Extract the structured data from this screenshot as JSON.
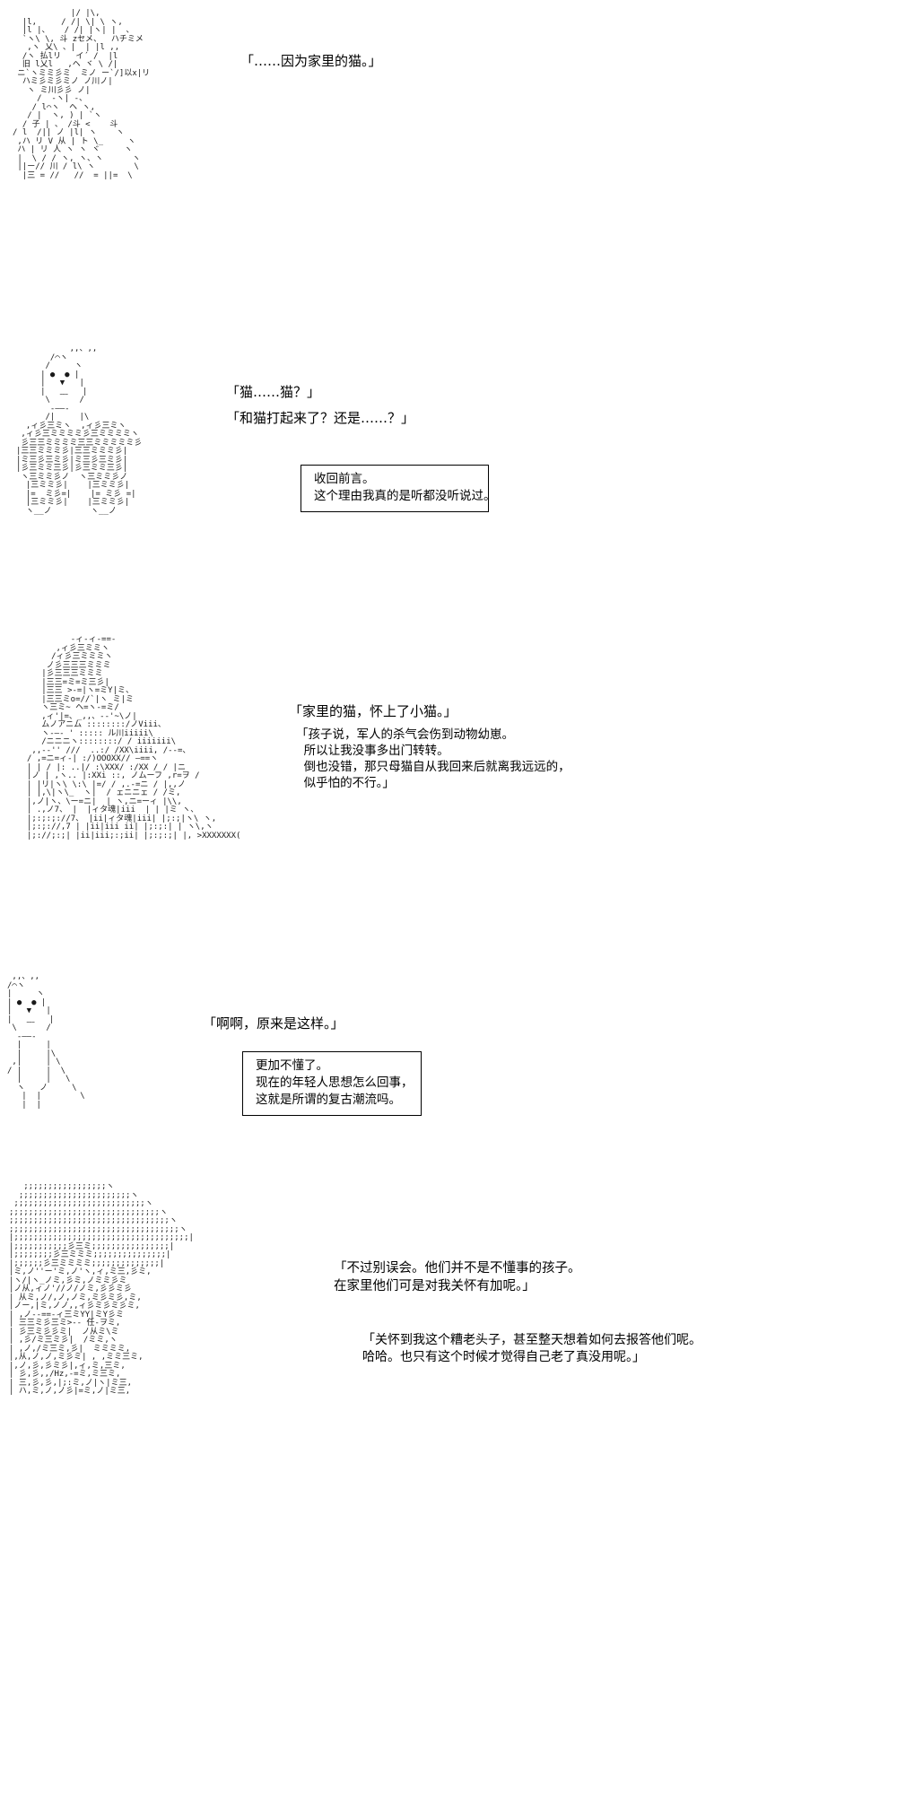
{
  "meta": {
    "page_kind": "ascii-art-visual-novel-page",
    "background_color": "#ffffff",
    "text_color": "#000000",
    "border_color": "#000000"
  },
  "panels": [
    {
      "id": "panel-1",
      "art_name": "officer-smoking-ascii-art",
      "art": "            |/ |\\,\n  |l,     / /| \\| \\ ヽ,\n  |l |、   / /| |ヽ| |  、\n  `ヽ\\ \\, 斗 zセメ、  ハチミメ\n   ,ヽ 乂\\ 、|  | |l ,,\n  /ヽ 払lリ   イ´ /  |l\n  旧 l乂l   ,ヘ ヾ \\ /|\n ニ`ヽミミ彡ミ  ミノ ー`/]以x|リ\n  ハミ彡ミ彡ミノ ノ川ノ|\n   ヽ ミ川彡彡 ノ|\n     /  -ヽ| -、\n    / l⌒ヽ  ヘ ヽ,\n   / |  ヽ, ) | `ヽ\n  / 子 | 、 /斗 <    斗\n/ l  /|| ノ |l| ヽ    ヽ\n ,ハ リ V 从 | ト \\_     ヽ\n ハ | リ 人 ヽ ヽ ヾ     ヽ\n |  \\ / / ヽ, ヽ、ヽ      ヽ\n ||ー// 川 / l\\ ヽ        \\\n  |三 = //   //  = ||=  \\",
      "lines": [
        {
          "name": "dialogue-line-1",
          "text": "「……因为家里的猫。」"
        }
      ],
      "boxes": []
    },
    {
      "id": "panel-2",
      "art_name": "surprised-character-ascii-art",
      "art": "           ,,、,,\n       /⌒ヽ\n      /     ヽ\n     | ●  ● |\n     |   ▼   |\n     |   ﹏   |\n      \\      /\n       ‐――‐\n      /|     |\\\n  ,ィ彡三ミヽ  ,ィ彡三ミヽ\n ,ィ彡三ミミミミ彡三ミミミミヽ\n 彡三三ミミミミ三三ミミミミミ彡\n|三三ミミミ彡|三三ミミミ彡|\n|ミ三彡三ミ彡|ミ三彡三ミ彡|\n|彡三ミミ三彡|彡三ミミ三彡|\n ヽ三ミミ彡ノ  ヽ三ミミ彡ノ\n  |三ミミ彡|    |三ミミ彡|\n  |=  ミ彡=|    |= ミ彡 =|\n  |三ミミ彡|    |三ミミ彡|\n  ヽ__ノ        ヽ__ノ",
      "lines": [
        {
          "name": "dialogue-line-2",
          "text": "「猫……猫？」"
        },
        {
          "name": "dialogue-line-3",
          "text": "「和猫打起来了？还是……？」"
        }
      ],
      "boxes": [
        {
          "name": "narration-box-1",
          "text": "收回前言。\n这个理由我真的是听都没听说过。"
        }
      ]
    },
    {
      "id": "panel-3",
      "art_name": "seated-soldier-ascii-art",
      "art": "         -ィ-ィ-==-\n      ,ィ彡三ミミヽ\n     /ィ彡三ミミミヽ\n    ノ彡三三三ミミミ\n   |彡三三三ミミミ\n   |三三=ミ=ミ三彡|\n   |三三 >-=|ヽ=ミY|ミ、\n   |三三ミo=//`|ヽ ミ|ミ\n   ヽ三ミ~ ヘ=ヽ-=ミ/\n   ,ィ'|=、_,,、-‐'~\\ノ|\n   ムノアニム ::::::::/ノViii、\n   ヽ‐―‐ ' ::::: ル川iiiii\\\n   /ニニニヽ::::::::/ / iiiiiii\\\n ,,-‐'' ///  ..:/ /XX\\iiii, /‐-=、\n/ ,=ニ=ィ‐| :/)OOOXX// ―==ヽ\n| | / |: ..|/ :\\XXX/ :/XX / / |ニ\n|ノ | ,ヽ.. |:XXi ::, ノムーフ ,r=ヲ /\n| |リ|ヽ\\ \\:\\ |=/ / ,.-=ニ / |,,ノ\n| |,\\|ヽ\\_  ヽ|  / ェニニェ / /ミ,\n|,ノ|ヽ、\\ー=ニ|  | ヽ,ニ=ーィ |\\\\,\n| .,ノ7、 |  |ィタ魂|iii  | | |ミ ヽ、\n|;:;:;://7、 |ii|ィタ魂|iii| |;:;|ヽ\\ ヽ,\n|;:;://,7 | |ii|iii ii| |;:;:| | ヽ\\,ヽ\n|;://;:;| |ii|iii;:;ii| |;:;:;| |, >XXXXXXX(",
      "lines": [
        {
          "name": "dialogue-line-4",
          "text": "「家里的猫，怀上了小猫。」"
        }
      ],
      "multiline": {
        "name": "dialogue-block-1",
        "text": "「孩子说，军人的杀气会伤到动物幼崽。\n  所以让我没事多出门转转。\n  倒也没错，那只母猫自从我回来后就离我远远的，\n  似乎怕的不行。」"
      },
      "boxes": []
    },
    {
      "id": "panel-4",
      "art_name": "puzzled-character-ascii-art",
      "art": " ,,、,,\n/⌒ヽ\n|     ヽ\n| ●  ● |\n|   ▼   |\n|   ﹏   |\n \\      /\n  ‐――‐\n  |     |\n  |     |\\\n ,|     | \\\n/ |     |  \\\n  |     |   \\\n  ヽ   ノ     \\\n   |  |        \\\n   |  |",
      "lines": [
        {
          "name": "dialogue-line-5",
          "text": "「啊啊，原来是这样。」"
        }
      ],
      "boxes": [
        {
          "name": "narration-box-2",
          "text": "更加不懂了。\n现在的年轻人思想怎么回事，\n这就是所谓的复古潮流吗。"
        }
      ]
    },
    {
      "id": "panel-5",
      "art_name": "old-general-ascii-art",
      "art": "   ;;;;;;;;;;;;;;;;;ヽ\n  ;;;;;;;;;;;;;;;;;;;;;;;ヽ\n ;;;;;;;;;;;;;;;;;;;;;;;;;;;ヽ\n;;;;;;;;;;;;;;;;;;;;;;;;;;;;;;;ヽ\n;;;;;;;;;;;;;;;;;;;;;;;;;;;;;;;;;ヽ\n;;;;;;;;;;;;;;;;;;;;;;;;;;;;;;;;;;;ヽ\n|;;;;;;;;;;;;;;;;;;;;;;;;;;;;;;;;;;;;|\n|;;;;;;;;;;;彡三ミ;;;;;;;;;;;;;;;;|\n|;;;;;;;;彡三ミミミ;;;;;;;;;;;;;;;|\n|;;;;;;彡三ミミミミ;;;;;;;;;;;;;;|\n|ミ,ノ''ー'ミ,ノ'ヽ,ィ,ミ三,彡ミ,\n|ヽ/|ヽ_ノミ,彡ミ,ノミミ彡ミ\n|ノ从,ィノ'//ノ/ノミ,彡彡ミ彡\n| 从ミ,ノ/,ノ,ノミ,ミ彡ミ彡,ミ,\n|ノー,|ミ,ノノ,,ィ彡ミ彡ミ彡ミ,\n| ,ノ-‐==-ィ三ミYY|ミY彡ミ\n| 三三ミ彡三ミ>-‐ 任‐ヲミ,\n| 彡三ミ彡彡ミ|  ノ从ミ\\ミ\n| ,彡/ミ三ミ彡|  /ミミ,ヽ\n| ,ノ,/ミ三ミ,彡|  ミミミミ,\n|,从,ノ,ノ,ミ彡ミ| , ,ミミ三ミ,\n|,ノ,彡,彡ミ彡|,ィ,ミ,三ミ,\n| 彡,彡,,/Hz,-=ミ,ミ三ミ,\n| 三,彡,彡,|;:ミ,ノ|ヽ|ミ三,\n| ハ,ミ,ノ,ノ彡|=ミ,ノ|ミ三,",
      "lines": [],
      "multiline_1": {
        "name": "dialogue-block-2",
        "text": "「不过别误会。他们并不是不懂事的孩子。\n在家里他们可是对我关怀有加呢。」"
      },
      "multiline_2": {
        "name": "dialogue-block-3",
        "text": "「关怀到我这个糟老头子，甚至整天想着如何去报答他们呢。\n哈哈。也只有这个时候才觉得自己老了真没用呢。」"
      }
    }
  ]
}
